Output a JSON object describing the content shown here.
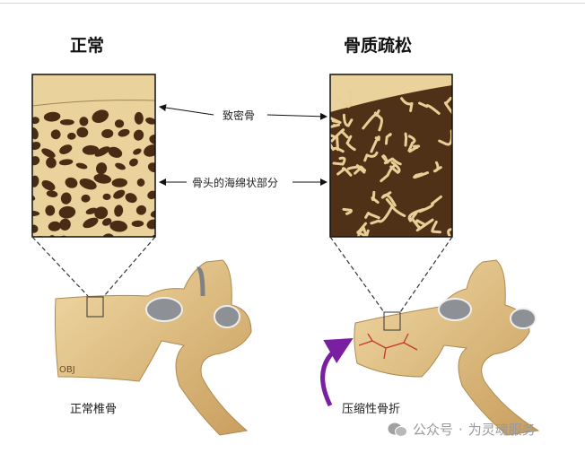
{
  "titles": {
    "normal": "正常",
    "osteoporosis": "骨质疏松"
  },
  "labels": {
    "compact_bone": "致密骨",
    "spongy_bone": "骨头的海绵状部分"
  },
  "captions": {
    "normal_vertebra": "正常椎骨",
    "compression_fracture": "压缩性骨折"
  },
  "watermark": {
    "platform": "公众号",
    "separator": "·",
    "account": "为灵魂服务"
  },
  "colors": {
    "bone": "#e6c98e",
    "bone_dark": "#5a3a1e",
    "arrow_purple": "#7a1fa2",
    "fracture": "#c0392b"
  }
}
